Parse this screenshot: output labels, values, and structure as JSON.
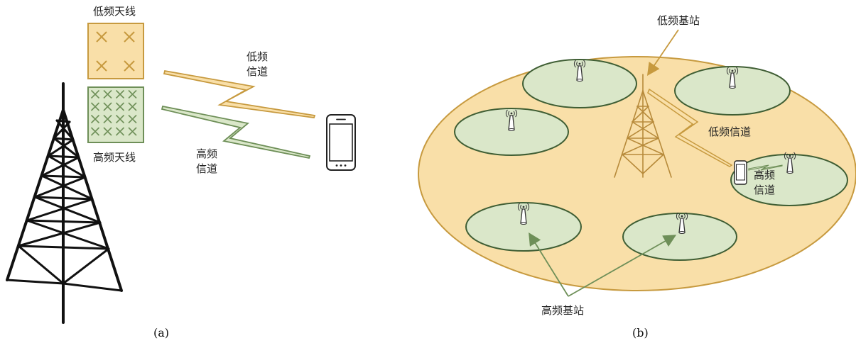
{
  "panel_a": {
    "low_antenna_label": "低频天线",
    "high_antenna_label": "高频天线",
    "low_channel_line1": "低频",
    "low_channel_line2": "信道",
    "high_channel_line1": "高频",
    "high_channel_line2": "信道",
    "caption": "(a)"
  },
  "panel_b": {
    "low_station_label": "低频基站",
    "low_channel_label": "低频信道",
    "high_channel_line1": "高频",
    "high_channel_line2": "信道",
    "high_station_label": "高频基站",
    "caption": "(b)"
  },
  "colors": {
    "low_freq": "#c79a3f",
    "low_fill": "#f9dfa8",
    "high_freq": "#6e8f58",
    "high_fill": "#dae7c9",
    "tower": "#111111"
  }
}
